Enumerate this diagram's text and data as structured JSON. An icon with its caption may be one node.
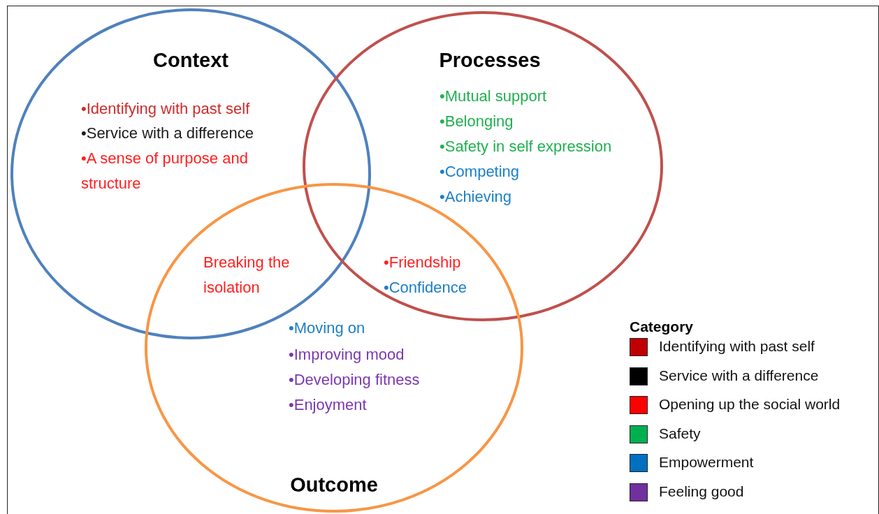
{
  "diagram": {
    "nodes": [
      {
        "text": [
          "Context",
          "•Identifying with past self",
          "•Service with a difference",
          "•A sense of purpose and structure"
        ]
      },
      {
        "text": [
          "Processes",
          "•Mutual support",
          "•Belonging",
          "•Safety in self expression",
          "•Competing",
          "•Achieving"
        ]
      },
      {
        "text": [
          "•Moving on",
          "•Improving mood",
          "•Developing fitness",
          "•Enjoyment",
          "Outcome"
        ]
      }
    ],
    "edges": [],
    "labels": [
      "Breaking the isolation",
      "•Friendship",
      "•Confidence",
      "Category"
    ],
    "legend": [
      {
        "text": "Identifying with past self",
        "color": "#c00000"
      },
      {
        "text": "Service with a difference",
        "color": "#000000"
      },
      {
        "text": "Opening up the social world",
        "color": "#ff0000"
      },
      {
        "text": "Safety",
        "color": "#00b050"
      },
      {
        "text": "Empowerment",
        "color": "#0070c0"
      },
      {
        "text": "Feeling good",
        "color": "#7030a0"
      }
    ]
  }
}
